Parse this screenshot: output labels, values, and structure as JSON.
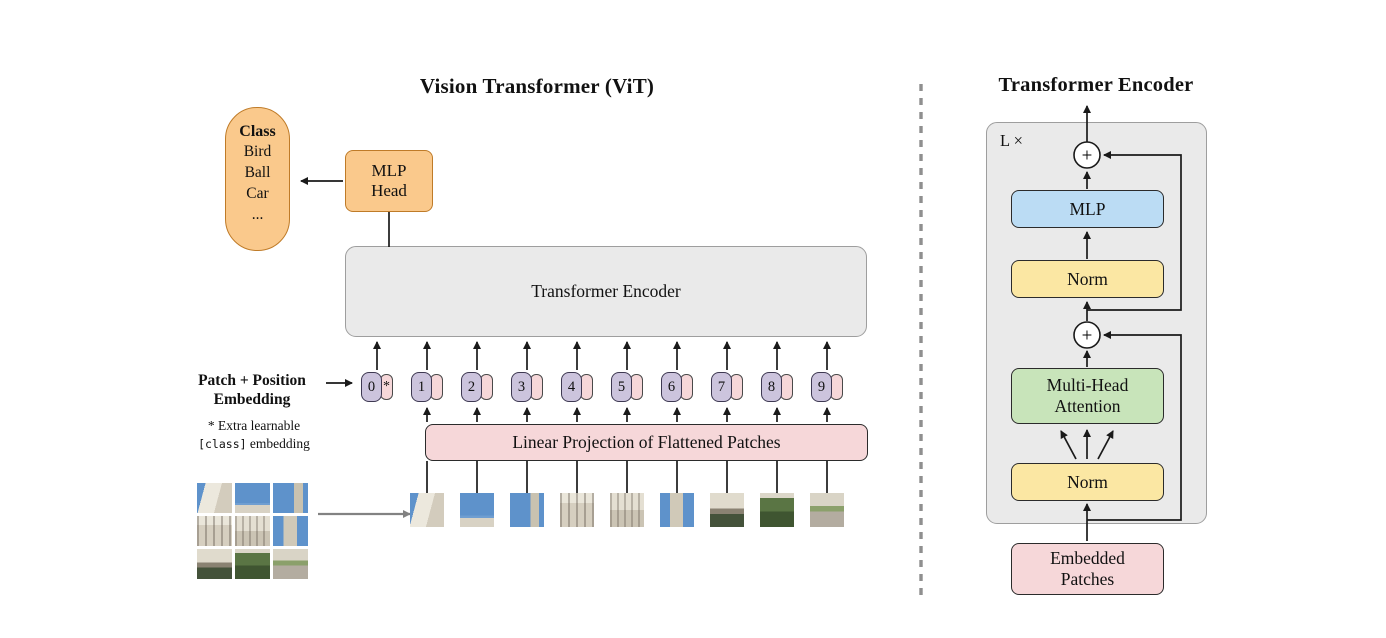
{
  "diagram": {
    "left": {
      "title": "Vision Transformer (ViT)",
      "class_pill": {
        "heading": "Class",
        "items": [
          "Bird",
          "Ball",
          "Car",
          "..."
        ]
      },
      "mlp_head": {
        "line1": "MLP",
        "line2": "Head"
      },
      "encoder_label": "Transformer Encoder",
      "patch_position": {
        "line1": "Patch + Position",
        "line2": "Embedding"
      },
      "footnote": {
        "line1": "* Extra learnable",
        "code": "[class]",
        "line2_rest": " embedding"
      },
      "linear_projection_label": "Linear Projection of Flattened Patches",
      "class_token_mark": "*",
      "tokens": [
        "0",
        "1",
        "2",
        "3",
        "4",
        "5",
        "6",
        "7",
        "8",
        "9"
      ]
    },
    "right": {
      "title": "Transformer Encoder",
      "loop_label": "L ×",
      "plus_symbol": "+",
      "mlp_label": "MLP",
      "norm_label_1": "Norm",
      "norm_label_2": "Norm",
      "attention": {
        "line1": "Multi-Head",
        "line2": "Attention"
      },
      "embedded_patches": {
        "line1": "Embedded",
        "line2": "Patches"
      }
    },
    "colors": {
      "orange_fill": "#FAC98C",
      "orange_border": "#BF7B28",
      "gray_fill": "#EAEAEA",
      "gray_border": "#9E9E9E",
      "purple_fill": "#CCC4DD",
      "pink_fill": "#F6D7D9",
      "blue_fill": "#BBDCF4",
      "yellow_fill": "#FBE7A3",
      "green_fill": "#C8E4BA",
      "line": "#1A1A1A"
    }
  }
}
